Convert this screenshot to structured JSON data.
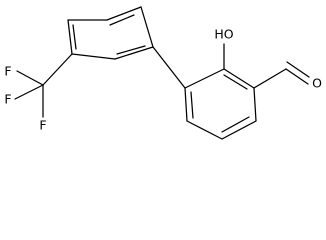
{
  "molecule": {
    "labels": {
      "hydroxyl": "HO",
      "carbonyl_oxygen": "O",
      "fluorine_1": "F",
      "fluorine_2": "F",
      "fluorine_3": "F"
    }
  }
}
